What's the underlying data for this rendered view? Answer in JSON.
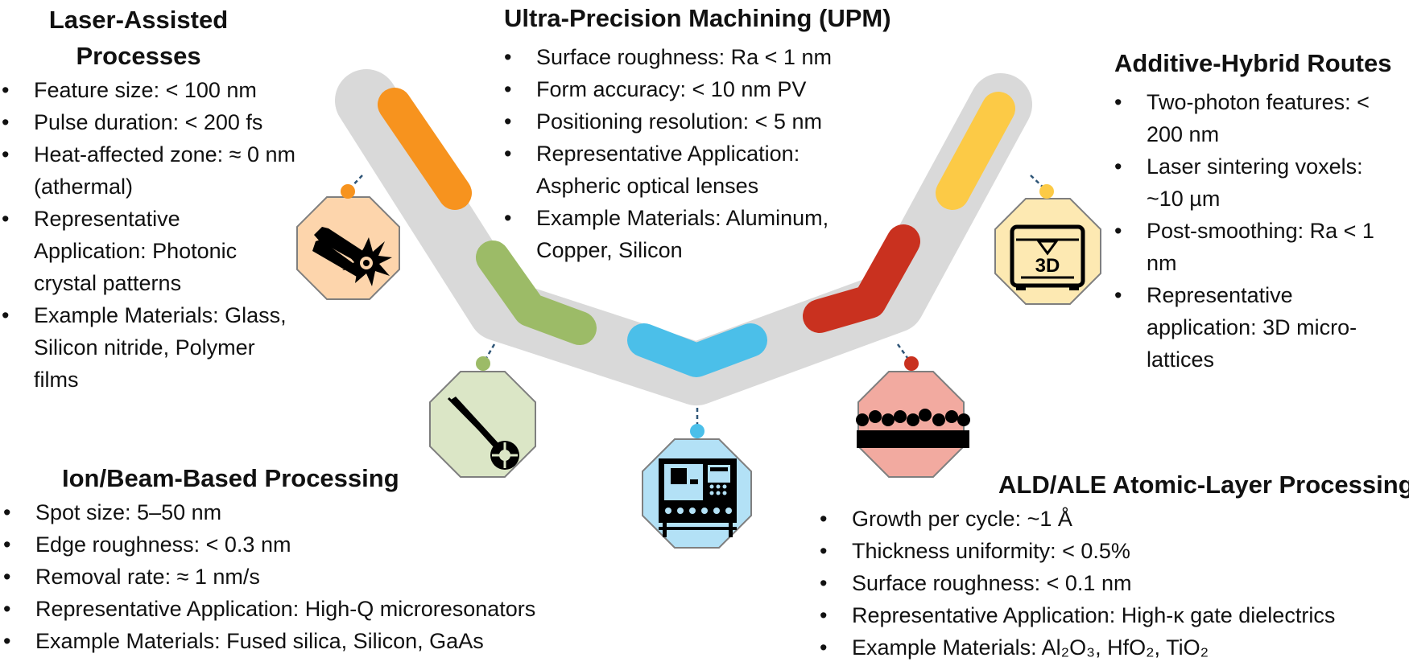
{
  "sections": {
    "upm": {
      "title": "Ultra-Precision Machining (UPM)",
      "icon": "cnc-machine-icon",
      "color": "#4bbfe9",
      "items": [
        "Surface roughness: Ra < 1 nm",
        "Form accuracy: < 10 nm PV",
        "Positioning resolution: < 5 nm",
        "Representative Application: Aspheric optical lenses",
        "Example Materials: Aluminum, Copper, Silicon"
      ]
    },
    "laser": {
      "title": "Laser-Assisted Processes",
      "icon": "laser-beam-icon",
      "color": "#f7931e",
      "items": [
        "Feature size: < 100 nm",
        "Pulse duration: < 200 fs",
        "Heat-affected zone: ≈ 0 nm (athermal)",
        "Representative Application: Photonic crystal patterns",
        "Example Materials: Glass, Silicon nitride, Polymer films"
      ]
    },
    "ion": {
      "title": "Ion/Beam-Based Processing",
      "icon": "ion-beam-icon",
      "color": "#9cbb67",
      "items": [
        "Spot size: 5–50 nm",
        "Edge roughness: < 0.3 nm",
        "Removal rate: ≈ 1 nm/s",
        "Representative Application: High-Q microresonators",
        "Example Materials: Fused silica, Silicon, GaAs"
      ]
    },
    "additive": {
      "title": "Additive-Hybrid Routes",
      "icon": "3d-printer-icon",
      "color": "#fcca46",
      "items": [
        "Two-photon features: < 200 nm",
        "Laser sintering voxels: ~10 µm",
        "Post-smoothing: Ra < 1 nm",
        "Representative application: 3D micro-lattices"
      ]
    },
    "ald": {
      "title": "ALD/ALE Atomic-Layer Processing",
      "icon": "atomic-layer-icon",
      "color": "#c9311f",
      "items": [
        "Growth per cycle: ~1 Å",
        "Thickness uniformity: < 0.5%",
        "Surface roughness: < 0.1 nm",
        "Representative Application: High-κ gate dielectrics",
        "Example Materials: Al₂O₃, HfO₂, TiO₂"
      ]
    }
  },
  "icon_text": {
    "printer_label": "3D"
  },
  "colors": {
    "track": "#d9d9d9",
    "laser_fill": "#fdd5ac",
    "ion_fill": "#dbe6c6",
    "upm_fill": "#b3e1f6",
    "additive_fill": "#fde9b2",
    "ald_fill": "#f2aaa0",
    "connector": "#2e5577"
  }
}
